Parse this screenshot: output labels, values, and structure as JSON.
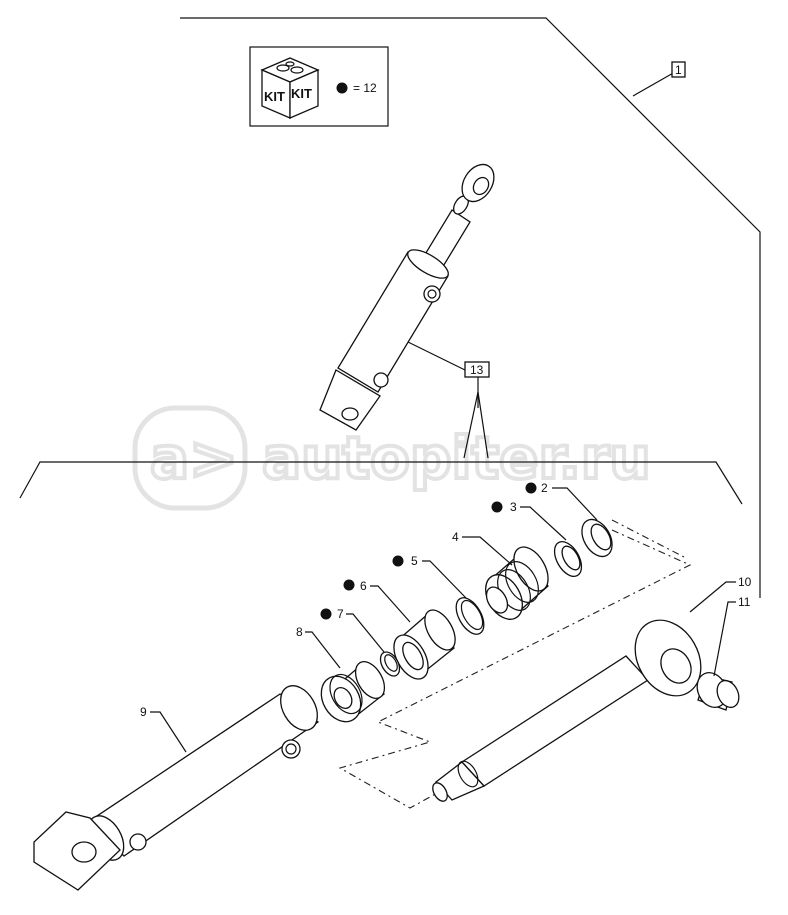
{
  "kit": {
    "box_label_left": "KIT",
    "box_label_right": "KIT",
    "legend_text": "= 12"
  },
  "watermark": {
    "text": "autopiter.ru",
    "logo": "a>"
  },
  "callouts": [
    {
      "id": "c1",
      "label": "1",
      "boxed": true
    },
    {
      "id": "c13",
      "label": "13",
      "boxed": true
    },
    {
      "id": "c2",
      "label": "2",
      "kit_item": true
    },
    {
      "id": "c3",
      "label": "3",
      "kit_item": true
    },
    {
      "id": "c4",
      "label": "4",
      "kit_item": false
    },
    {
      "id": "c5",
      "label": "5",
      "kit_item": true
    },
    {
      "id": "c6",
      "label": "6",
      "kit_item": true
    },
    {
      "id": "c7",
      "label": "7",
      "kit_item": true
    },
    {
      "id": "c8",
      "label": "8",
      "kit_item": false
    },
    {
      "id": "c9",
      "label": "9",
      "kit_item": false
    },
    {
      "id": "c10",
      "label": "10",
      "kit_item": false
    },
    {
      "id": "c11",
      "label": "11",
      "kit_item": false
    }
  ]
}
